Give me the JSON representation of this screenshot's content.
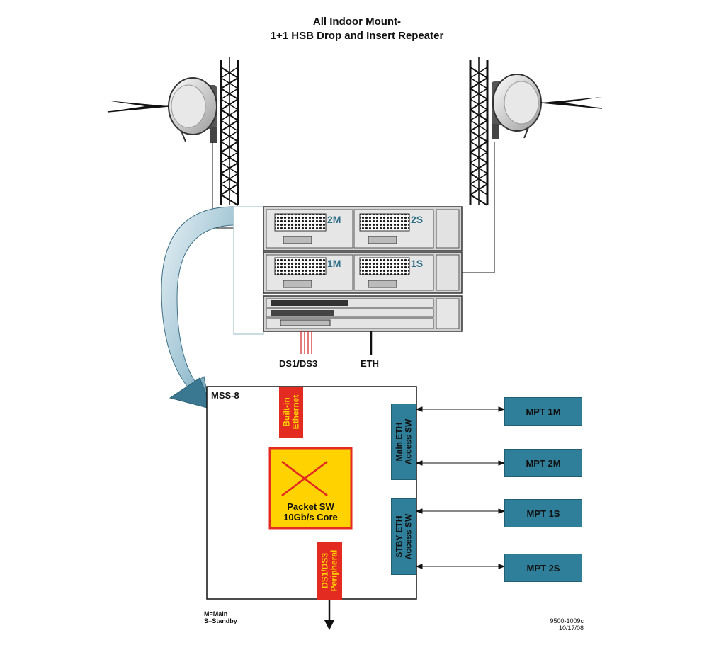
{
  "title": {
    "line1": "All Indoor Mount-",
    "line2": "1+1 HSB Drop and Insert Repeater"
  },
  "chassis": {
    "slot_top_main": "2M",
    "slot_top_standby": "2S",
    "slot_mid_main": "1M",
    "slot_mid_standby": "1S"
  },
  "connectors": {
    "tdm": "DS1/DS3",
    "eth": "ETH"
  },
  "mss": {
    "label": "MSS-8",
    "builtin_ethernet": [
      "Built-in",
      "Ethernet"
    ],
    "packet_switch": [
      "Packet SW",
      "10Gb/s Core"
    ],
    "peripheral": [
      "DS1/DS3",
      "Peripheral"
    ],
    "main_switch": [
      "Main ETH",
      "Access SW"
    ],
    "stby_switch": [
      "STBY ETH",
      "Access SW"
    ]
  },
  "mpt": {
    "m1": "MPT 1M",
    "m2": "MPT 2M",
    "s1": "MPT 1S",
    "s2": "MPT 2S"
  },
  "legend": {
    "main": "M=Main",
    "standby": "S=Standby"
  },
  "figure_id": {
    "code": "9500-1009c",
    "date": "10/17/08"
  },
  "colors": {
    "teal": "#2f7f9a",
    "red": "#e32b21",
    "yellow": "#ffd200"
  }
}
